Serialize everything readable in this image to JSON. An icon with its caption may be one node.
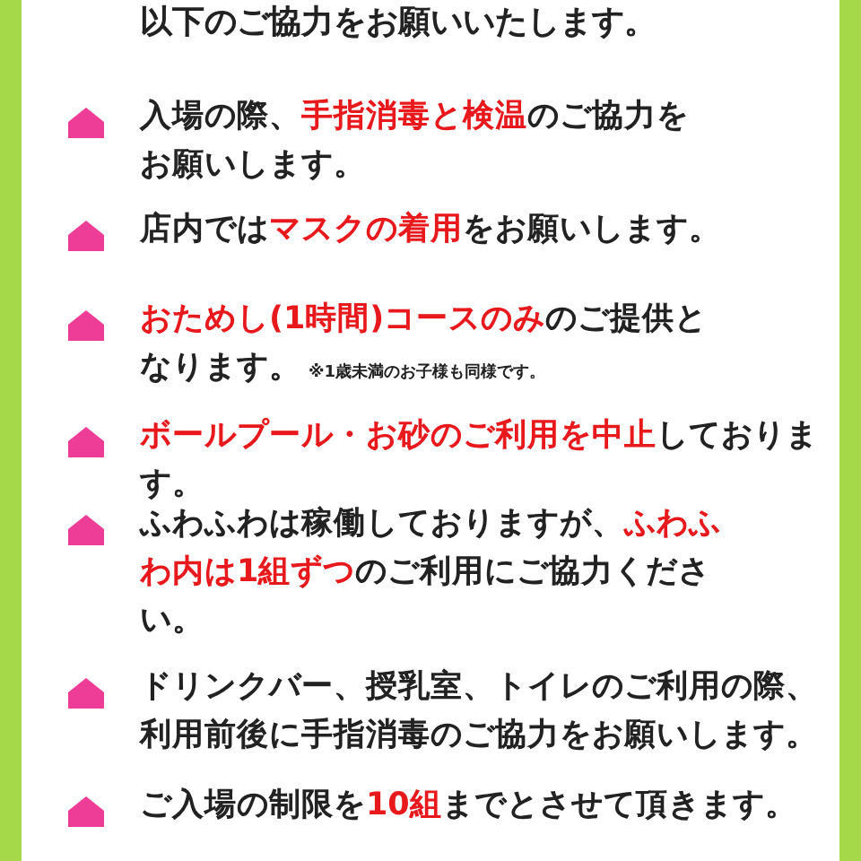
{
  "diagram": {
    "title": "以下のご協力をお願いいたします。",
    "labels": [
      "入場の際、**手指消毒と検温**のご協力をお願いします。",
      "店内では**マスクの着用**をお願いします。",
      "**おためし(1時間)コースのみ**のご提供となります。",
      "※1歳未満のお子様も同様です。",
      "**ボールプール・お砂のご利用を中止**しております。",
      "ふわふわは稼働しておりますが、**ふわふわ内は1組ずつ**のご利用にご協力ください。",
      "ドリンクバー、授乳室、トイレのご利用の際、利用前後に手指消毒のご協力をお願いします。",
      "ご入場の制限を**10組**までとさせて頂きます。"
    ]
  }
}
